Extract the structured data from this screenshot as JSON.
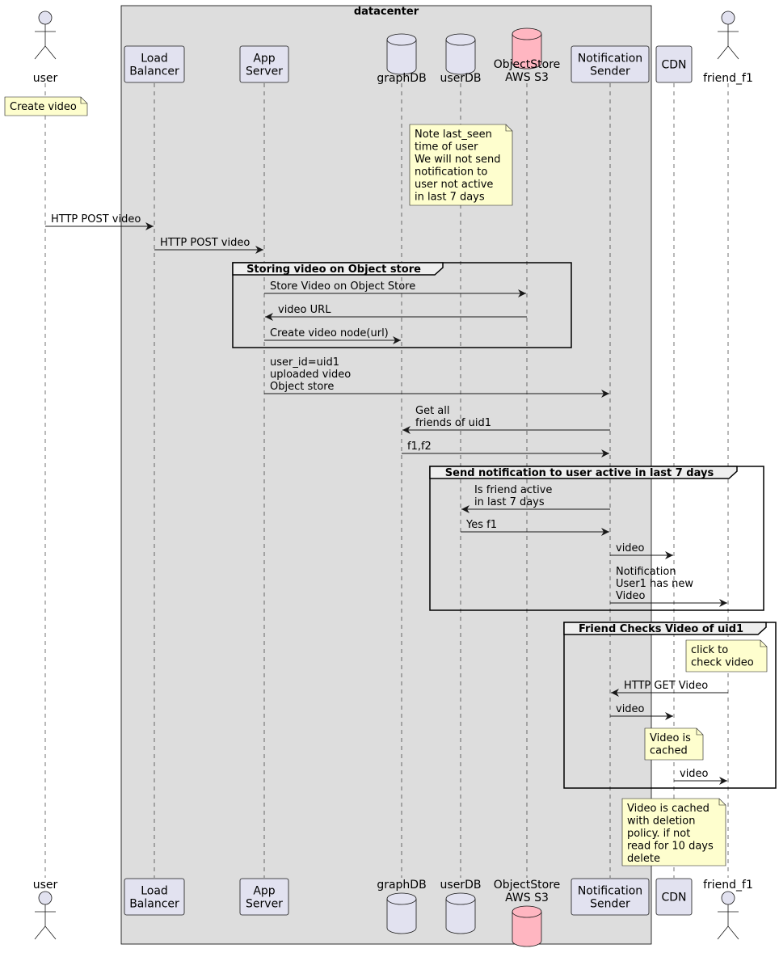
{
  "box": {
    "label": "datacenter"
  },
  "participants": [
    {
      "id": "user",
      "kind": "actor",
      "lines": [
        "user"
      ]
    },
    {
      "id": "lb",
      "kind": "box",
      "lines": [
        "Load",
        "Balancer"
      ]
    },
    {
      "id": "app",
      "kind": "box",
      "lines": [
        "App",
        "Server"
      ]
    },
    {
      "id": "graph",
      "kind": "db",
      "lines": [
        "graphDB"
      ]
    },
    {
      "id": "userdb",
      "kind": "db",
      "lines": [
        "userDB"
      ]
    },
    {
      "id": "s3",
      "kind": "db",
      "color": "#ffb6c1",
      "lines": [
        "ObjectStore",
        "AWS S3"
      ]
    },
    {
      "id": "notif",
      "kind": "box",
      "lines": [
        "Notification",
        "Sender"
      ]
    },
    {
      "id": "cdn",
      "kind": "box",
      "lines": [
        "CDN"
      ]
    },
    {
      "id": "friend",
      "kind": "actor",
      "lines": [
        "friend_f1"
      ]
    }
  ],
  "groups": [
    {
      "label": "Storing video on Object store"
    },
    {
      "label": "Send notification to user active in last 7 days"
    },
    {
      "label": "Friend Checks Video of uid1"
    }
  ],
  "notes": [
    {
      "lines": [
        "Create video"
      ]
    },
    {
      "lines": [
        "Note last_seen",
        "time of user",
        "We will not send",
        "notification to",
        "user not active",
        "in last 7 days"
      ]
    },
    {
      "lines": [
        "click to",
        "check video"
      ]
    },
    {
      "lines": [
        "Video is",
        "cached"
      ]
    },
    {
      "lines": [
        "Video is cached",
        "with deletion",
        "policy. if not",
        "read for 10 days",
        "delete"
      ]
    }
  ],
  "messages": [
    {
      "from": "user",
      "to": "lb",
      "lines": [
        "HTTP POST video"
      ]
    },
    {
      "from": "lb",
      "to": "app",
      "lines": [
        "HTTP POST video"
      ]
    },
    {
      "from": "app",
      "to": "s3",
      "lines": [
        "Store Video on Object Store"
      ]
    },
    {
      "from": "s3",
      "to": "app",
      "lines": [
        "video URL"
      ]
    },
    {
      "from": "app",
      "to": "graph",
      "lines": [
        "Create video node(url)"
      ]
    },
    {
      "from": "app",
      "to": "notif",
      "lines": [
        "user_id=uid1",
        "uploaded video",
        "Object store"
      ]
    },
    {
      "from": "notif",
      "to": "graph",
      "lines": [
        "Get all",
        "friends of uid1"
      ]
    },
    {
      "from": "graph",
      "to": "notif",
      "lines": [
        "f1,f2"
      ]
    },
    {
      "from": "notif",
      "to": "userdb",
      "lines": [
        "Is friend active",
        "in last 7 days"
      ]
    },
    {
      "from": "userdb",
      "to": "notif",
      "lines": [
        "Yes f1"
      ]
    },
    {
      "from": "notif",
      "to": "cdn",
      "lines": [
        "video"
      ]
    },
    {
      "from": "notif",
      "to": "friend",
      "lines": [
        "Notification",
        "User1 has new",
        "Video"
      ]
    },
    {
      "from": "friend",
      "to": "notif",
      "lines": [
        "HTTP GET Video"
      ]
    },
    {
      "from": "notif",
      "to": "cdn",
      "lines": [
        "video"
      ]
    },
    {
      "from": "cdn",
      "to": "friend",
      "lines": [
        "video"
      ]
    }
  ]
}
